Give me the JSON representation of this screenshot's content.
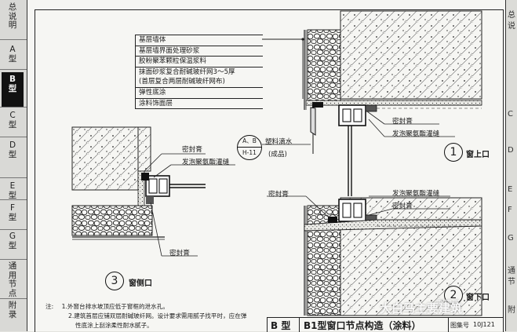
{
  "sidebar": {
    "tabs": [
      {
        "label": "总说明",
        "active": false
      },
      {
        "label": "A型",
        "active": false
      },
      {
        "label": "B型",
        "active": true
      },
      {
        "label": "C型",
        "active": false
      },
      {
        "label": "D型",
        "active": false
      },
      {
        "label": "E型",
        "active": false
      },
      {
        "label": "F型",
        "active": false
      },
      {
        "label": "G型",
        "active": false
      },
      {
        "label": "通用节点",
        "active": false
      },
      {
        "label": "附录",
        "active": false
      }
    ]
  },
  "right_edge": {
    "chars": [
      "总",
      "说",
      "C",
      "D",
      "E",
      "F",
      "G",
      "通",
      "节",
      "附"
    ]
  },
  "legend": {
    "rows": [
      "基层墙体",
      "基层墙界面处理砂浆",
      "胶粉聚苯颗粒保温浆料",
      "抹面砂浆复合耐碱玻纤网3～5厚",
      "(首层复合两层耐碱玻纤网布)",
      "弹性底涂",
      "涂料饰面层"
    ]
  },
  "detail_top": {
    "number": "1",
    "title": "窗上口",
    "sealant": "密封膏",
    "foam": "发泡聚氨酯灌缝",
    "drip_ref": {
      "top": "A、B",
      "bottom": "H-11"
    },
    "drip_label": "塑料滴水",
    "drip_note": "(成品)"
  },
  "detail_bottom": {
    "number": "2",
    "title": "窗下口",
    "sealant": "密封膏",
    "foam": "发泡聚氨酯灌缝"
  },
  "detail_side": {
    "number": "3",
    "title": "窗侧口",
    "sealant_top": "密封膏",
    "foam": "发泡聚氨酯灌缝",
    "sealant_bottom": "密封膏"
  },
  "notes": {
    "prefix": "注:",
    "items": [
      "1.外窗台排水坡顶应低于窗框的泄水孔。",
      "2.建筑首层应铺双层耐碱玻纤网。设计要求需用腻子找平时，应在弹",
      "性底涂上刮涂柔性耐水腻子。"
    ]
  },
  "titlebar": {
    "type": "B 型",
    "title": "B1型窗口节点构造（涂料）",
    "col3": "图集号",
    "code": "10J121"
  },
  "watermark": {
    "text": "大白马主要建筑",
    "small": "野建居"
  },
  "colors": {
    "paper": "#f6f6f3",
    "ink": "#1c1c1c",
    "tab_active": "#111111"
  }
}
